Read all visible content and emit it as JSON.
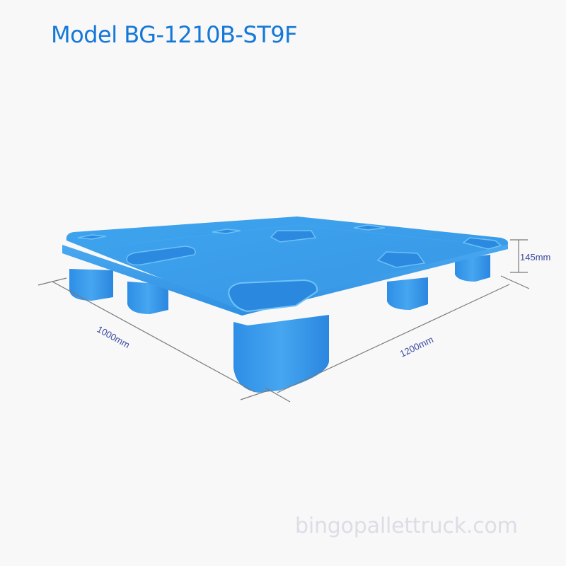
{
  "title": "Model BG-1210B-ST9F",
  "product": {
    "name": "plastic pallet",
    "color": "#3aa0ec",
    "dimensions": {
      "width_label": "1000mm",
      "length_label": "1200mm",
      "height_label": "145mm"
    }
  },
  "colors": {
    "title": "#1478d8",
    "dimension_text": "#3b4aa0",
    "dimension_line": "#7a7a7a",
    "watermark": "#dcdde6",
    "background": "#f8f8f8"
  },
  "watermark": "bingopallettruck.com"
}
